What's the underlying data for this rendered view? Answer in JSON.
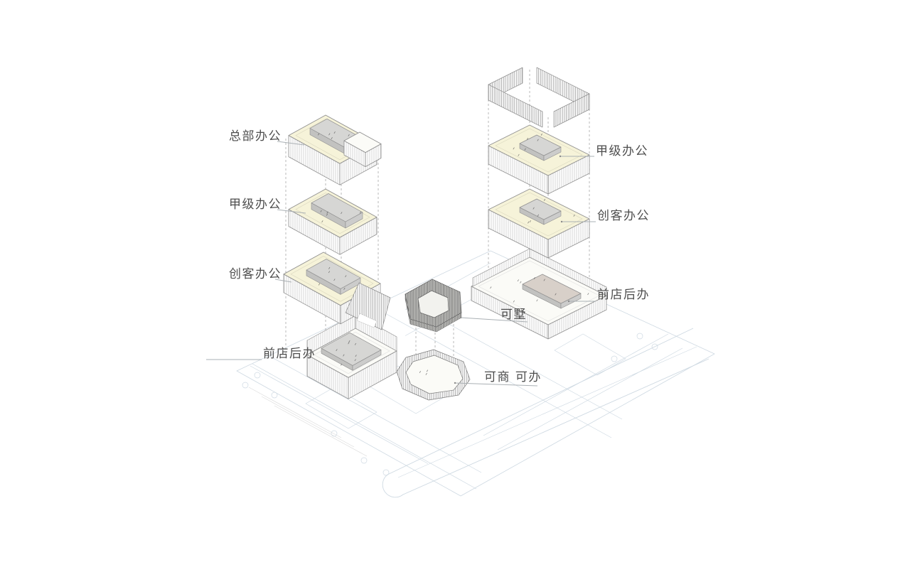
{
  "annotations": [
    {
      "id": "hq-office",
      "text": "总部办公",
      "side": "left"
    },
    {
      "id": "grade-a-office-left",
      "text": "甲级办公",
      "side": "left"
    },
    {
      "id": "maker-office-left",
      "text": "创客办公",
      "side": "left"
    },
    {
      "id": "shop-front-office-back-left",
      "text": "前店后办",
      "side": "left"
    },
    {
      "id": "grade-a-office-right",
      "text": "甲级办公",
      "side": "right"
    },
    {
      "id": "maker-office-right",
      "text": "创客办公",
      "side": "right"
    },
    {
      "id": "shop-front-office-back-right",
      "text": "前店后办",
      "side": "right"
    },
    {
      "id": "villa-capable",
      "text": "可墅",
      "side": "center"
    },
    {
      "id": "commerce-or-office-capable",
      "text": "可商 可办",
      "side": "center"
    }
  ],
  "colors": {
    "background": "#ffffff",
    "roof_cream": "#f6f3d9",
    "roof_white": "#fbfbf7",
    "slab_grey": "#d6d6d4",
    "slab_side_a": "#c2c2c0",
    "slab_side_b": "#cccccb",
    "slab_warm": "#d8d0c9",
    "outline": "#8f8f8f",
    "hatch_light": "#bcbcbc",
    "hatch_med": "#8e8e8e",
    "hatch_dark": "#5a5a5a",
    "dashed": "#9b9b9b",
    "leader": "#aab0b4",
    "label_text": "#4d4d4d",
    "site_line": "#c9d5df",
    "site_line_grey": "#d9d9d9",
    "accent_red": "#c0512f"
  }
}
